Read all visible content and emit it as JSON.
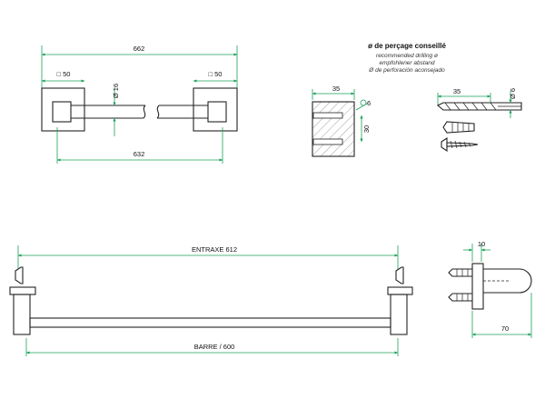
{
  "colors": {
    "dimension": "#1aa05a",
    "outline": "#222222",
    "background": "#ffffff"
  },
  "top_view": {
    "overall": "662",
    "plate_left": "□ 50",
    "plate_right": "□ 50",
    "bar_diameter": "Ø 16",
    "centers": "632"
  },
  "drilling_note": {
    "title": "ø de perçage conseillé",
    "lines": [
      "recommended drilling ø",
      "empfohlener abstand",
      "Ø de perforación aconsejado"
    ]
  },
  "wall_detail": {
    "width": "35",
    "hole": "6",
    "height": "30"
  },
  "fixing_detail": {
    "length": "35",
    "diameter": "Ø 6"
  },
  "front_view": {
    "entraxe": "ENTRAXE 612",
    "barre": "BARRE / 600"
  },
  "side_view": {
    "plate_thickness": "10",
    "projection": "70"
  },
  "icons": [
    "screw-icon",
    "wall-plug-icon",
    "drill-bit-icon"
  ]
}
